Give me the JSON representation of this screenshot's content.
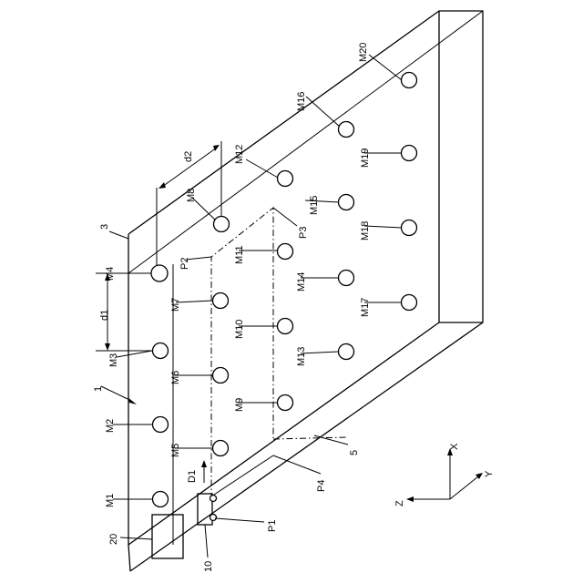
{
  "markers": [
    "M1",
    "M2",
    "M3",
    "M4",
    "M5",
    "M6",
    "M7",
    "M8",
    "M9",
    "M10",
    "M11",
    "M12",
    "M13",
    "M14",
    "M15",
    "M16",
    "M17",
    "M18",
    "M19",
    "M20"
  ],
  "points": [
    "P1",
    "P2",
    "P3",
    "P4"
  ],
  "parts": {
    "base": "1",
    "wall": "3",
    "line": "5",
    "carriage": "10",
    "box": "20"
  },
  "dims": {
    "d1": "d1",
    "d2": "d2",
    "D1": "D1"
  },
  "axes": {
    "x": "X",
    "y": "Y",
    "z": "Z"
  }
}
